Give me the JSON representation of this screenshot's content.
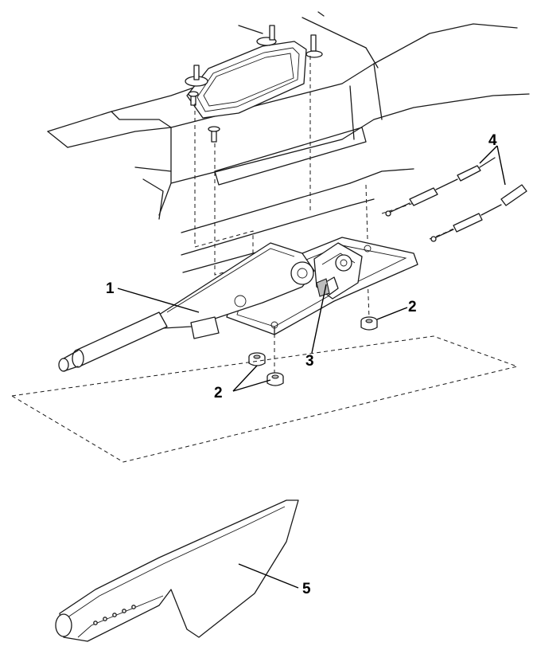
{
  "callouts": {
    "c1": "1",
    "c2a": "2",
    "c2b": "2",
    "c3": "3",
    "c4": "4",
    "c5": "5"
  },
  "colors": {
    "line": "#1a1a1a",
    "background": "#ffffff",
    "shade": "#bdbdbd"
  }
}
